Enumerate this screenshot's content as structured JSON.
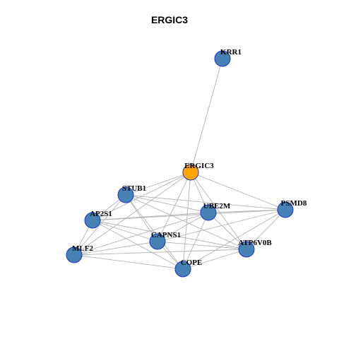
{
  "title": "ERGIC3",
  "colors": {
    "hub": "#ffa500",
    "node": "#4682b4",
    "node_border": "#1a33cc",
    "edge": "#b3b3b3"
  },
  "nodes": [
    {
      "id": "KRR1",
      "label": "KRR1",
      "role": "neighbor"
    },
    {
      "id": "ERGIC3",
      "label": "ERGIC3",
      "role": "hub"
    },
    {
      "id": "STUB1",
      "label": "STUB1",
      "role": "neighbor"
    },
    {
      "id": "AP2S1",
      "label": "AP2S1",
      "role": "neighbor"
    },
    {
      "id": "UBE2M",
      "label": "UBE2M",
      "role": "neighbor"
    },
    {
      "id": "PSMD8",
      "label": "PSMD8",
      "role": "neighbor"
    },
    {
      "id": "CAPNS1",
      "label": "CAPNS1",
      "role": "neighbor"
    },
    {
      "id": "MLF2",
      "label": "MLF2",
      "role": "neighbor"
    },
    {
      "id": "ATP6V0B",
      "label": "ATP6V0B",
      "role": "neighbor"
    },
    {
      "id": "COPE",
      "label": "COPE",
      "role": "neighbor"
    }
  ],
  "edges": [
    [
      "KRR1",
      "ERGIC3"
    ],
    [
      "ERGIC3",
      "STUB1"
    ],
    [
      "ERGIC3",
      "AP2S1"
    ],
    [
      "ERGIC3",
      "UBE2M"
    ],
    [
      "ERGIC3",
      "PSMD8"
    ],
    [
      "ERGIC3",
      "CAPNS1"
    ],
    [
      "ERGIC3",
      "MLF2"
    ],
    [
      "ERGIC3",
      "ATP6V0B"
    ],
    [
      "ERGIC3",
      "COPE"
    ],
    [
      "STUB1",
      "AP2S1"
    ],
    [
      "STUB1",
      "UBE2M"
    ],
    [
      "STUB1",
      "PSMD8"
    ],
    [
      "STUB1",
      "CAPNS1"
    ],
    [
      "STUB1",
      "MLF2"
    ],
    [
      "STUB1",
      "ATP6V0B"
    ],
    [
      "STUB1",
      "COPE"
    ],
    [
      "AP2S1",
      "UBE2M"
    ],
    [
      "AP2S1",
      "PSMD8"
    ],
    [
      "AP2S1",
      "CAPNS1"
    ],
    [
      "AP2S1",
      "MLF2"
    ],
    [
      "AP2S1",
      "ATP6V0B"
    ],
    [
      "AP2S1",
      "COPE"
    ],
    [
      "UBE2M",
      "PSMD8"
    ],
    [
      "UBE2M",
      "CAPNS1"
    ],
    [
      "UBE2M",
      "MLF2"
    ],
    [
      "UBE2M",
      "ATP6V0B"
    ],
    [
      "UBE2M",
      "COPE"
    ],
    [
      "PSMD8",
      "CAPNS1"
    ],
    [
      "PSMD8",
      "ATP6V0B"
    ],
    [
      "PSMD8",
      "COPE"
    ],
    [
      "CAPNS1",
      "MLF2"
    ],
    [
      "CAPNS1",
      "ATP6V0B"
    ],
    [
      "CAPNS1",
      "COPE"
    ],
    [
      "MLF2",
      "ATP6V0B"
    ],
    [
      "MLF2",
      "COPE"
    ],
    [
      "ATP6V0B",
      "COPE"
    ]
  ]
}
